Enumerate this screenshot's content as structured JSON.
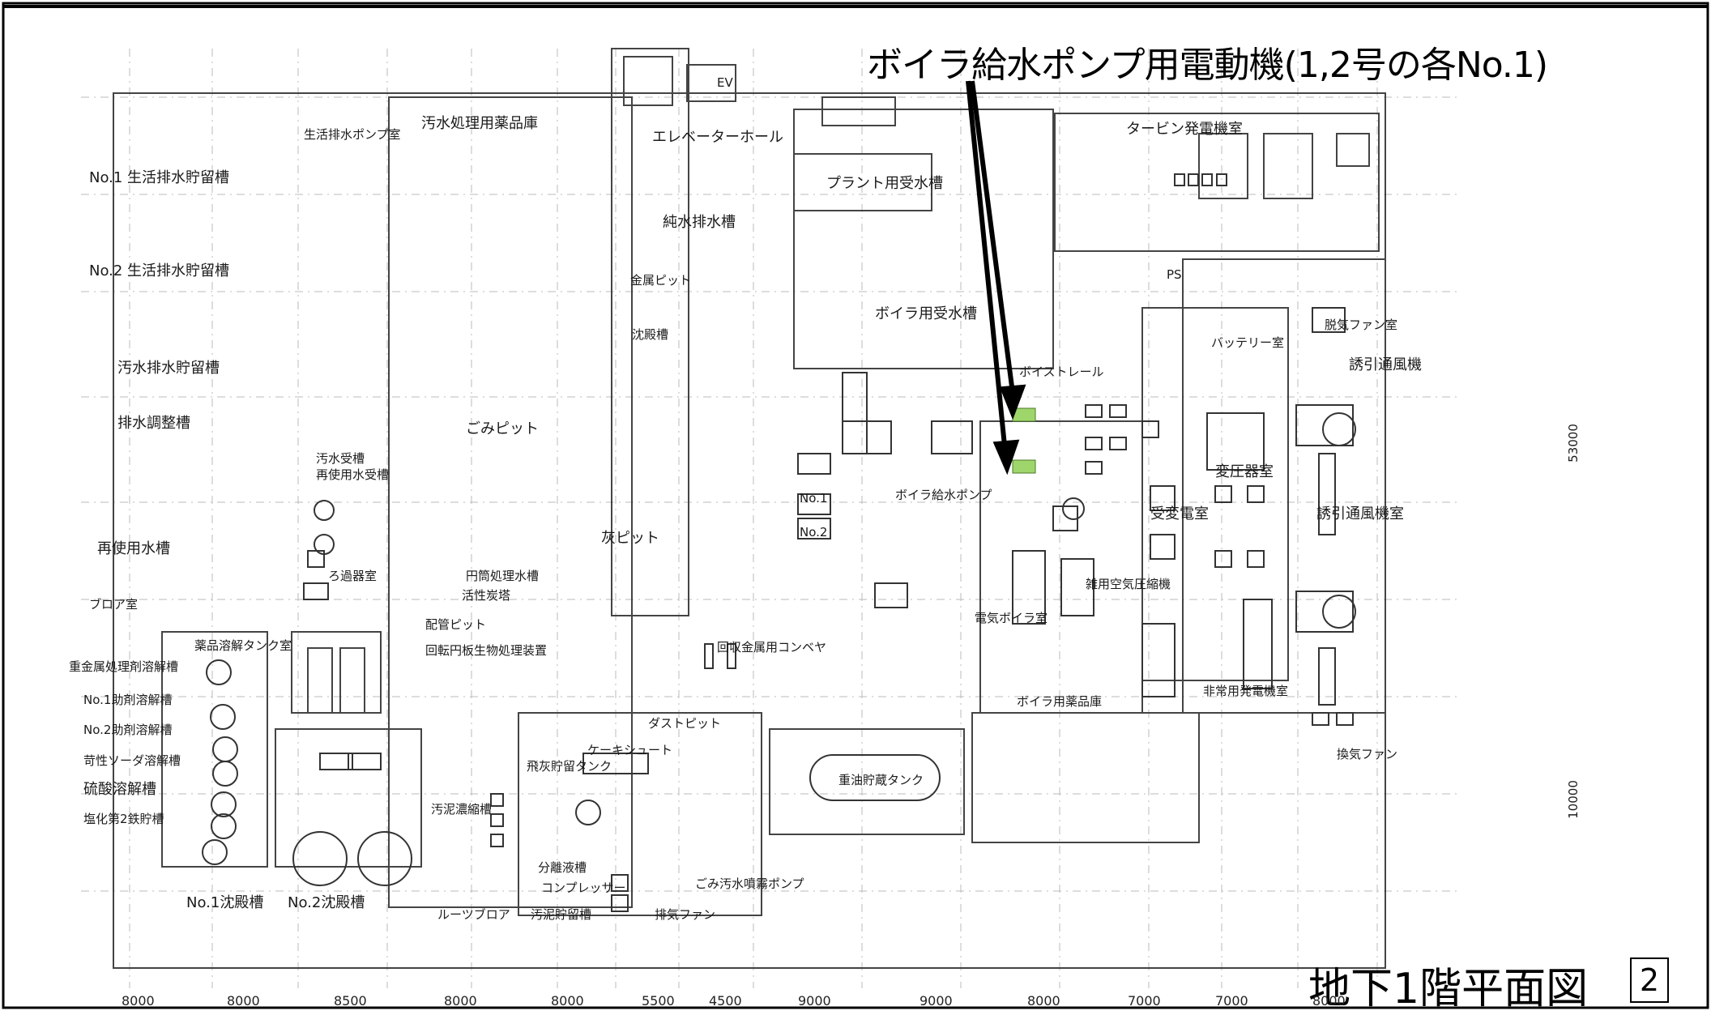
{
  "callout_title": "ボイラ給水ポンプ用電動機(1,2号の各No.1)",
  "drawing_title": "地下1階平面図",
  "page_number": "2",
  "colors": {
    "highlight": "#9ed66b",
    "line": "#333333",
    "arrow": "#000000"
  },
  "room_labels": [
    "汚水処理用薬品庫",
    "エレベーターホール",
    "タービン発電機室",
    "生活排水ポンプ室",
    "No.1 生活排水貯留槽",
    "No.2 生活排水貯留槽",
    "プラント用受水槽",
    "純水排水槽",
    "金属ピット",
    "ボイラ用受水槽",
    "沈殿槽",
    "脱気ファン室",
    "バッテリー室",
    "誘引通風機",
    "汚水排水貯留槽",
    "排水調整槽",
    "ごみピット",
    "ボイストレール",
    "ボイラ給水ポンプ",
    "灰ピット",
    "汚水受槽",
    "再使用水受槽",
    "再使用水槽",
    "誘引通風機室",
    "受変電室",
    "変圧器室",
    "ブロア室",
    "ろ過器室",
    "円筒処理水槽",
    "活性炭塔",
    "配管ピット",
    "回転円板生物処理装置",
    "薬品溶解タンク室",
    "重金属処理剤溶解槽",
    "No.1助剤溶解槽",
    "No.2助剤溶解槽",
    "苛性ソーダ溶解槽",
    "硫酸溶解槽",
    "塩化第2鉄貯槽",
    "No.1沈殿槽",
    "No.2沈殿槽",
    "汚泥濃縮槽",
    "ルーツブロア",
    "汚泥貯留槽",
    "分離液槽",
    "コンプレッサー",
    "排気ファン",
    "ごみ汚水噴霧ポンプ",
    "雑用空気圧縮機",
    "電気ボイラ室",
    "ボイラ用薬品庫",
    "非常用発電機室",
    "重油貯蔵タンク",
    "換気ファン",
    "PS",
    "EV",
    "No.1",
    "No.2",
    "飛灰貯留タンク",
    "ケーキシュート",
    "ダストピット",
    "回収金属用コンベヤ"
  ],
  "dimensions": [
    "8000",
    "8000",
    "8500",
    "8000",
    "8000",
    "5500",
    "4500",
    "9000",
    "9000",
    "8000",
    "7000",
    "7000",
    "8000"
  ],
  "side_dimensions": [
    "53000",
    "10000"
  ]
}
